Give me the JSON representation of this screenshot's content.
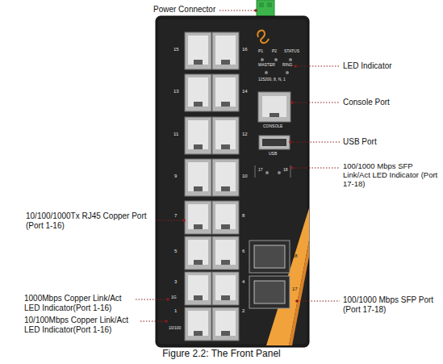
{
  "diagram": {
    "caption": "Figure 2.2: The Front Panel",
    "labels": [
      "Power Connector",
      "P1",
      "P2",
      "STATUS",
      "LED Indicator",
      "MASTER",
      "RING",
      "115200, 8, N, 1",
      "15",
      "16",
      "Console Port",
      "13",
      "14",
      "CONSOLE",
      "USB Port",
      "USB",
      "11",
      "12",
      "100/1000 Mbps SFP Link/Act LED Indicator (Port 17-18)",
      "17",
      "18",
      "9",
      "10",
      "10/100/1000Tx RJ45 Copper Port (Port 1-16)",
      "7",
      "8",
      "5",
      "6",
      "18",
      "3",
      "4",
      "17",
      "1000Mbps Copper Link/Act LED Indicator(Port 1-16)",
      "100/1000 Mbps SFP Port (Port 17-18)",
      "1G",
      "1",
      "2",
      "10/100Mbps Copper Link/Act LED Indicator(Port 1-16)",
      "10/100"
    ]
  }
}
